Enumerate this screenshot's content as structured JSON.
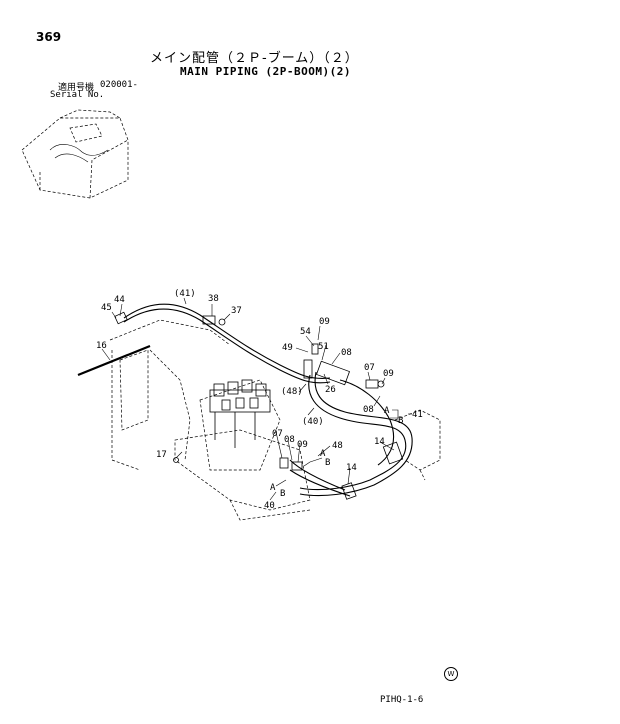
{
  "header": {
    "page_number": "369",
    "title_jp": "メイン配管（２Ｐ-ブーム）（２）",
    "title_en": "MAIN PIPING (2P-BOOM)(2)",
    "serial_label_jp": "適用号機",
    "serial_value": "020001-",
    "serial_label_en": "Serial No."
  },
  "callouts": {
    "c44": "44",
    "c45": "45",
    "c41a": "(41)",
    "c38": "38",
    "c37": "37",
    "c16": "16",
    "c09a": "09",
    "c54": "54",
    "c49": "49",
    "c51": "51",
    "c08a": "08",
    "c26": "26",
    "c48a": "(48)",
    "c07a": "07",
    "c09b": "09",
    "c08b": "08",
    "c40a": "(40)",
    "cA1": "A",
    "cB1": "B",
    "c41b": "41",
    "c14a": "14",
    "c07b": "07",
    "c08c": "08",
    "c09c": "09",
    "c48b": "48",
    "cA2": "A",
    "cB2": "B",
    "c17": "17",
    "c14b": "14",
    "cA3": "A",
    "cB3": "B",
    "c40b": "40"
  },
  "footer": {
    "code": "PIHQ-1-6",
    "mark": "W"
  }
}
